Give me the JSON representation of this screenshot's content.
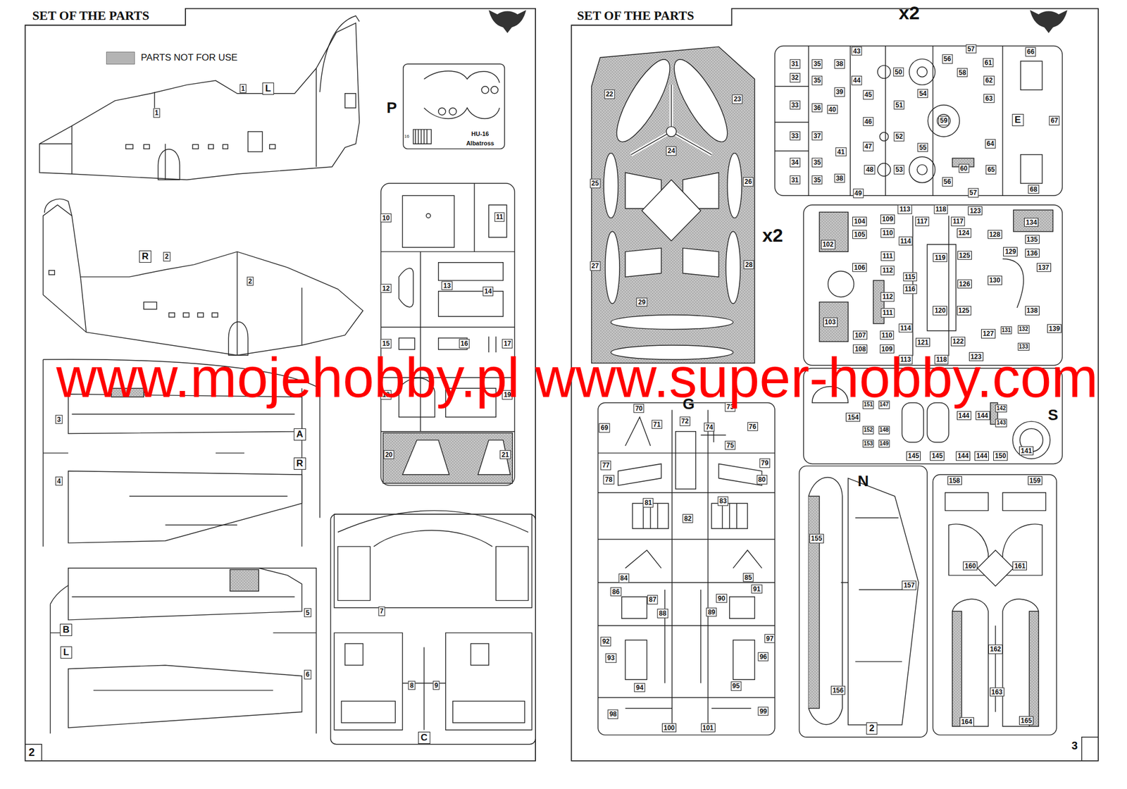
{
  "diagram": {
    "title": "SET OF THE PARTS",
    "labels": [
      "1",
      "L",
      "1",
      "P",
      "16",
      "HU-16",
      "Albatross",
      "R",
      "2",
      "2",
      "3",
      "4",
      "A",
      "R",
      "5",
      "6",
      "B",
      "L",
      "10",
      "11",
      "12",
      "13",
      "14",
      "15",
      "16",
      "17",
      "18",
      "19",
      "20",
      "21",
      "7",
      "8",
      "9",
      "C",
      "2",
      "SET OF THE PARTS",
      "x2",
      "22",
      "23",
      "24",
      "25",
      "26",
      "27",
      "28",
      "29",
      "x2",
      "31",
      "32",
      "33",
      "33",
      "34",
      "31",
      "35",
      "35",
      "36",
      "37",
      "35",
      "35",
      "38",
      "39",
      "40",
      "41",
      "38",
      "43",
      "44",
      "45",
      "46",
      "47",
      "48",
      "49",
      "50",
      "51",
      "52",
      "53",
      "54",
      "55",
      "56",
      "57",
      "58",
      "59",
      "60",
      "56",
      "57",
      "61",
      "62",
      "63",
      "64",
      "65",
      "E",
      "66",
      "67",
      "68",
      "104",
      "105",
      "109",
      "110",
      "113",
      "117",
      "118",
      "117",
      "123",
      "124",
      "128",
      "134",
      "135",
      "136",
      "102",
      "114",
      "111",
      "119",
      "125",
      "129",
      "137",
      "106",
      "112",
      "115",
      "116",
      "126",
      "130",
      "112",
      "111",
      "120",
      "125",
      "138",
      "103",
      "114",
      "107",
      "110",
      "121",
      "122",
      "127",
      "131",
      "132",
      "139",
      "108",
      "109",
      "133",
      "113",
      "118",
      "123",
      "154",
      "151",
      "147",
      "152",
      "148",
      "153",
      "149",
      "142",
      "143",
      "144",
      "144",
      "145",
      "145",
      "144",
      "144",
      "150",
      "141",
      "S",
      "G",
      "70",
      "71",
      "72",
      "73",
      "74",
      "76",
      "75",
      "69",
      "77",
      "78",
      "79",
      "80",
      "81",
      "82",
      "83",
      "84",
      "85",
      "86",
      "87",
      "88",
      "89",
      "90",
      "91",
      "92",
      "93",
      "94",
      "95",
      "96",
      "97",
      "98",
      "99",
      "100",
      "101",
      "N",
      "155",
      "157",
      "156",
      "2",
      "158",
      "159",
      "160",
      "161",
      "162",
      "163",
      "164",
      "165",
      "3",
      "www.mojehobby.pl www.super-hobby.com"
    ],
    "legend": [
      {
        "text": "PARTS NOT FOR USE",
        "color": "#b4b4b4"
      }
    ]
  }
}
